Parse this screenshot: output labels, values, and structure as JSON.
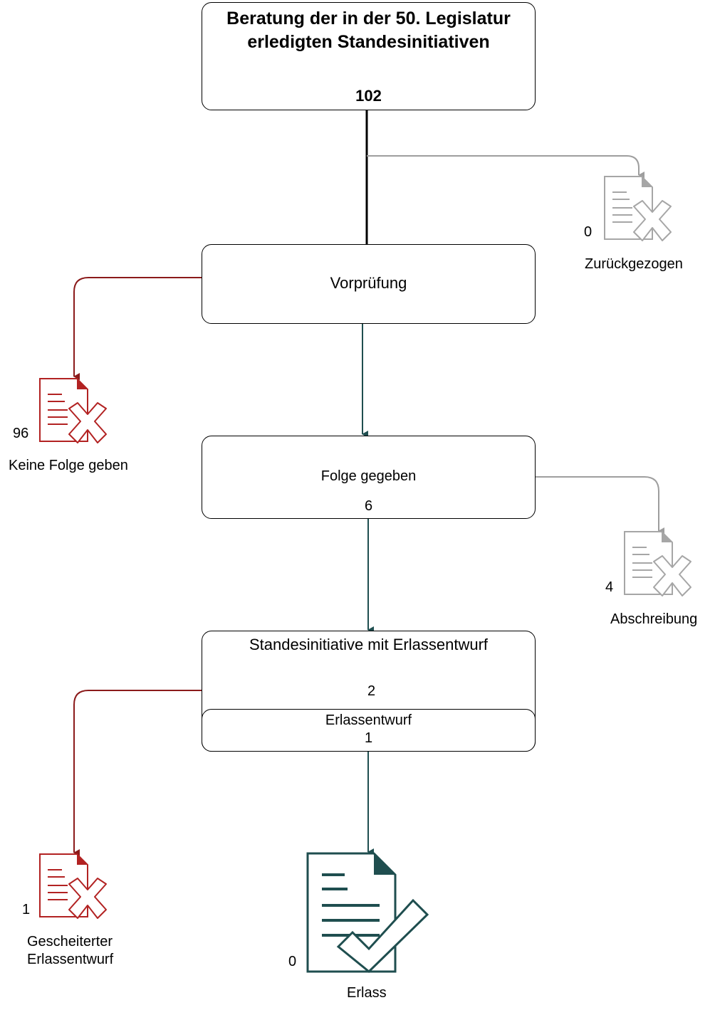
{
  "title": {
    "line1": "Beratung der in der 50. Legislatur",
    "line2": "erledigten Standesinitiativen",
    "count": "102"
  },
  "vorpruefung": {
    "label": "Vorprüfung"
  },
  "folge": {
    "label": "Folge gegeben",
    "count": "6"
  },
  "erlassentwurf_box": {
    "label": "Standesinitiative mit Erlassentwurf",
    "count": "2",
    "sub_label": "Erlassentwurf",
    "sub_count": "1"
  },
  "outcomes": {
    "zurueckgezogen": {
      "label": "Zurückgezogen",
      "count": "0"
    },
    "keine_folge": {
      "label": "Keine Folge geben",
      "count": "96"
    },
    "abschreibung": {
      "label": "Abschreibung",
      "count": "4"
    },
    "gescheitert": {
      "label_line1": "Gescheiterter",
      "label_line2": "Erlassentwurf",
      "count": "1"
    },
    "erlass": {
      "label": "Erlass",
      "count": "0"
    }
  },
  "colors": {
    "rejected_red": "#8b1a1a",
    "neutral_grey": "#9e9e9e",
    "flow_teal": "#1f4e4f",
    "icon_red": "#b22222",
    "icon_grey": "#a6a6a6"
  }
}
